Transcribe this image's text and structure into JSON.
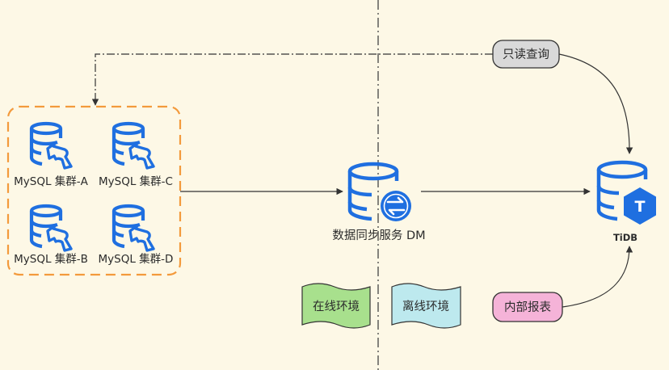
{
  "diagram": {
    "mysql_clusters": [
      {
        "label": "MySQL 集群-A"
      },
      {
        "label": "MySQL 集群-C"
      },
      {
        "label": "MySQL 集群-B"
      },
      {
        "label": "MySQL 集群-D"
      }
    ],
    "dm": {
      "label": "数据同步服务 DM"
    },
    "tidb": {
      "label": "TiDB",
      "badge": "T"
    },
    "readonly_query": {
      "label": "只读查询"
    },
    "internal_report": {
      "label": "内部报表"
    },
    "online_env": {
      "label": "在线环境"
    },
    "offline_env": {
      "label": "离线环境"
    }
  },
  "colors": {
    "background": "#fdf8e6",
    "icon_blue": "#1f6fe0",
    "cluster_border": "#f39a3c",
    "readonly_fill": "#d9d9d9",
    "report_fill": "#f5b3d8",
    "online_fill": "#a8e08d",
    "offline_fill": "#bde9ee"
  },
  "icons": [
    "database-replica-icon",
    "database-sync-icon",
    "tidb-database-icon"
  ]
}
